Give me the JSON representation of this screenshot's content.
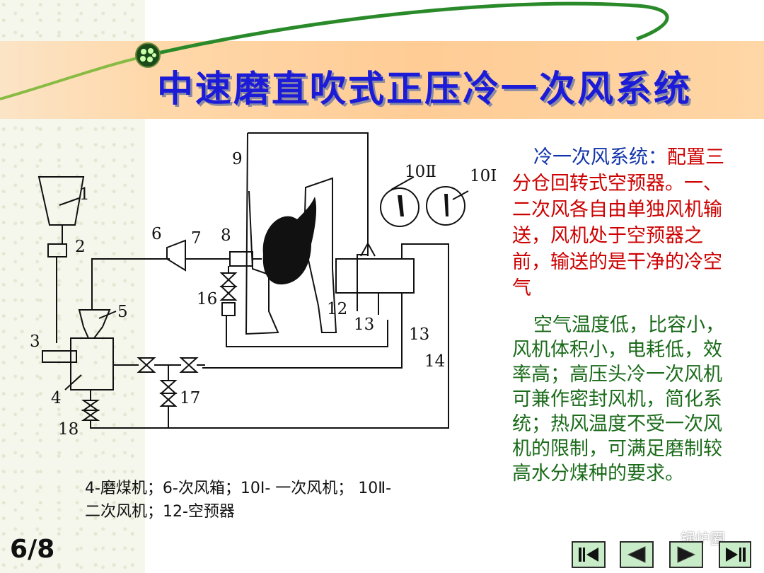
{
  "title": "中速磨直吹式正压冷一次风系统",
  "diagram_labels": {
    "n1": "1",
    "n2": "2",
    "n3": "3",
    "n4": "4",
    "n5": "5",
    "n6": "6",
    "n7": "7",
    "n8": "8",
    "n9": "9",
    "n10_2": "10Ⅱ",
    "n10_1": "10Ⅰ",
    "n12": "12",
    "n13a": "13",
    "n13b": "13",
    "n14": "14",
    "n16": "16",
    "n17": "17",
    "n18": "18"
  },
  "para1": {
    "lead": "冷一次风系统：",
    "body": "配置三分仓回转式空预器。一、二次风各自由单独风机输送，风机处于空预器之前，输送的是干净的冷空气"
  },
  "para2": "空气温度低，比容小，风机体积小，电耗低，效率高；高压头冷一次风机可兼作密封风机，简化系统；热风温度不受一次风机的限制，可满足磨制较高水分煤种的要求。",
  "legend": "4-磨煤机；6-次风箱；10Ⅰ- 一次风机；  10Ⅱ-二次风机；12-空预器",
  "page_number": "6/8",
  "watermark": "锅炉圈",
  "nav": {
    "first_icon": "skip-first-icon",
    "prev_icon": "triangle-left-icon",
    "next_icon": "triangle-right-icon",
    "last_icon": "skip-last-icon"
  },
  "colors": {
    "title": "#1c1cd8",
    "red_text": "#cc0000",
    "blue_text": "#1133aa",
    "green_text": "#1a6b1a",
    "banner": "#ffcc95",
    "nav_button": "#c8ecc8"
  }
}
